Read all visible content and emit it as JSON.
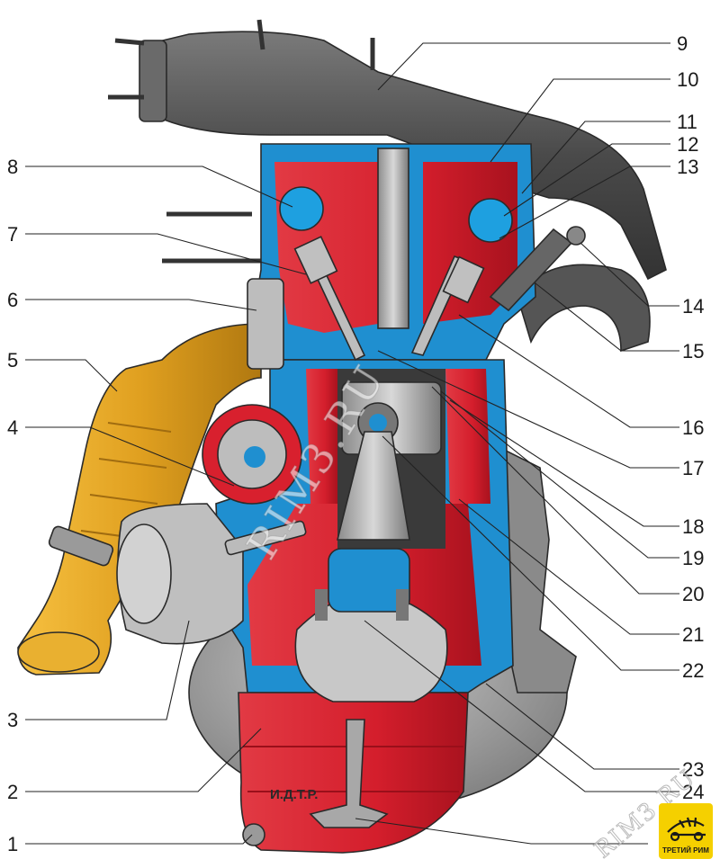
{
  "callouts": [
    {
      "n": "1"
    },
    {
      "n": "2"
    },
    {
      "n": "3"
    },
    {
      "n": "4"
    },
    {
      "n": "5"
    },
    {
      "n": "6"
    },
    {
      "n": "7"
    },
    {
      "n": "8"
    },
    {
      "n": "9"
    },
    {
      "n": "10"
    },
    {
      "n": "11"
    },
    {
      "n": "12"
    },
    {
      "n": "13"
    },
    {
      "n": "14"
    },
    {
      "n": "15"
    },
    {
      "n": "16"
    },
    {
      "n": "17"
    },
    {
      "n": "18"
    },
    {
      "n": "19"
    },
    {
      "n": "20"
    },
    {
      "n": "21"
    },
    {
      "n": "22"
    },
    {
      "n": "23"
    },
    {
      "n": "24"
    }
  ],
  "sump_mark": "И.Д.Т.Р.",
  "watermark": "RIM3.RU",
  "site_mark": "RIM3.RU",
  "logo": {
    "text": "ТРЕТИЙ РИМ"
  },
  "colors": {
    "block_red": "#d8202e",
    "coolant_blue": "#1f8fd0",
    "manifold_gold": "#e0a020",
    "intake_gray": "#5a5a5a",
    "logo_yellow": "#f5d000"
  }
}
